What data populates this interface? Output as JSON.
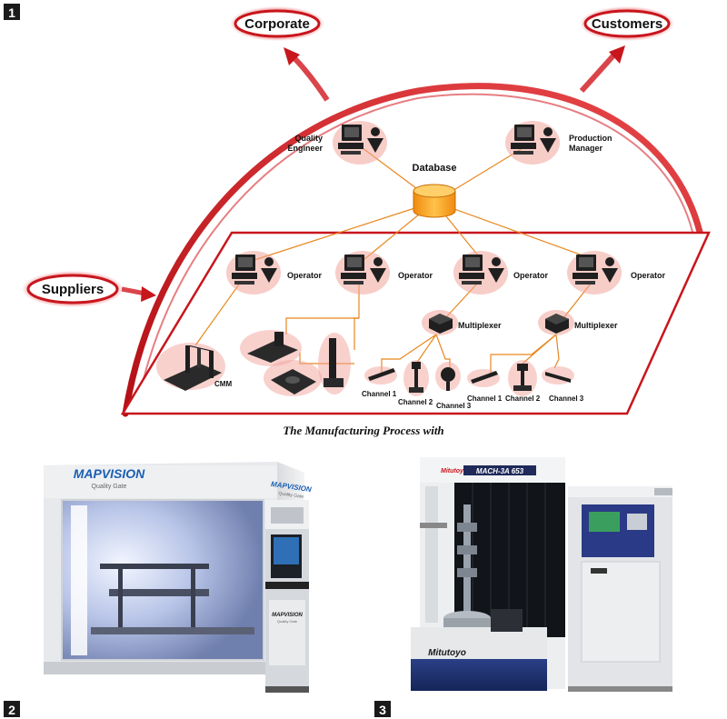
{
  "panels": [
    {
      "number": "1"
    },
    {
      "number": "2"
    },
    {
      "number": "3"
    }
  ],
  "diagram": {
    "corporate": "Corporate",
    "customers": "Customers",
    "suppliers": "Suppliers",
    "database": "Database",
    "quality_engineer_line1": "Quality",
    "quality_engineer_line2": "Engineer",
    "production_manager_line1": "Production",
    "production_manager_line2": "Manager",
    "operators": [
      "Operator",
      "Operator",
      "Operator",
      "Operator"
    ],
    "multiplexers": [
      "Multiplexer",
      "Multiplexer"
    ],
    "cmm": "CMM",
    "channels_left": [
      "Channel 1",
      "Channel 2",
      "Channel 3"
    ],
    "channels_right": [
      "Channel 1",
      "Channel 2",
      "Channel 3"
    ],
    "caption": "The Manufacturing Process with"
  },
  "photo2": {
    "brand": "MAPVISION",
    "tagline": "Quality Gate",
    "side_brand": "MAPVISION",
    "side_tagline": "Quality Gate",
    "console_brand": "MAPVISION",
    "console_tagline": "Quality Gate"
  },
  "photo3": {
    "label_brand": "Mitutoyo",
    "model": "MACH-3A 653",
    "base_brand": "Mitutoyo"
  },
  "colors": {
    "red": "#c8161d",
    "orange_line": "#e8871e",
    "database": "#f5a623"
  }
}
